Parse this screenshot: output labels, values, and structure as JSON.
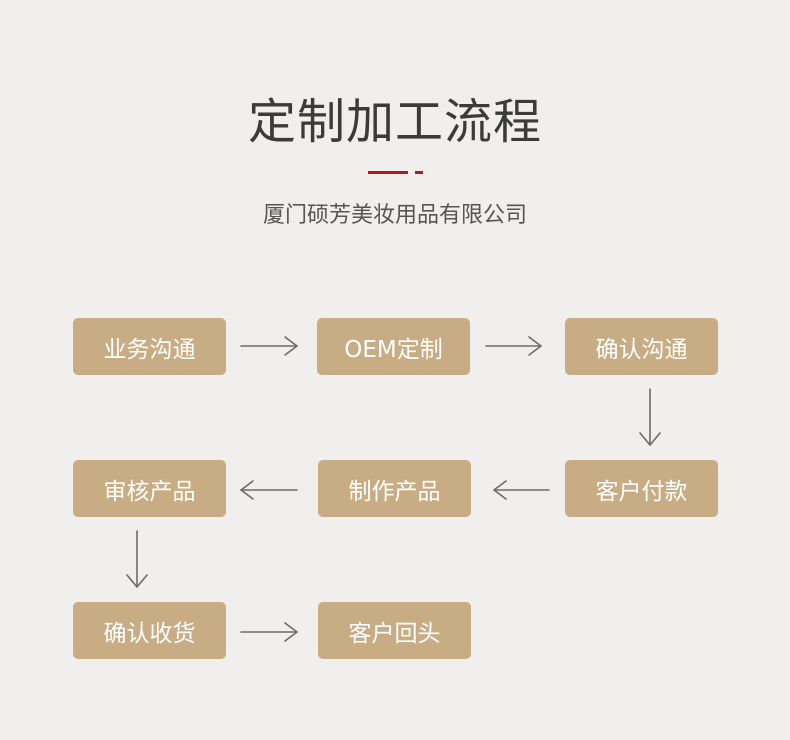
{
  "header": {
    "title": "定制加工流程",
    "subtitle": "厦门硕芳美妆用品有限公司",
    "accent_color": "#b3191e"
  },
  "colors": {
    "box_fill": "#c8ad84",
    "box_text": "#ffffff",
    "arrow": "#6b6b6b",
    "background": "#f0efed"
  },
  "flow": {
    "steps": [
      "业务沟通",
      "OEM定制",
      "确认沟通",
      "客户付款",
      "制作产品",
      "审核产品",
      "确认收货",
      "客户回头"
    ]
  }
}
